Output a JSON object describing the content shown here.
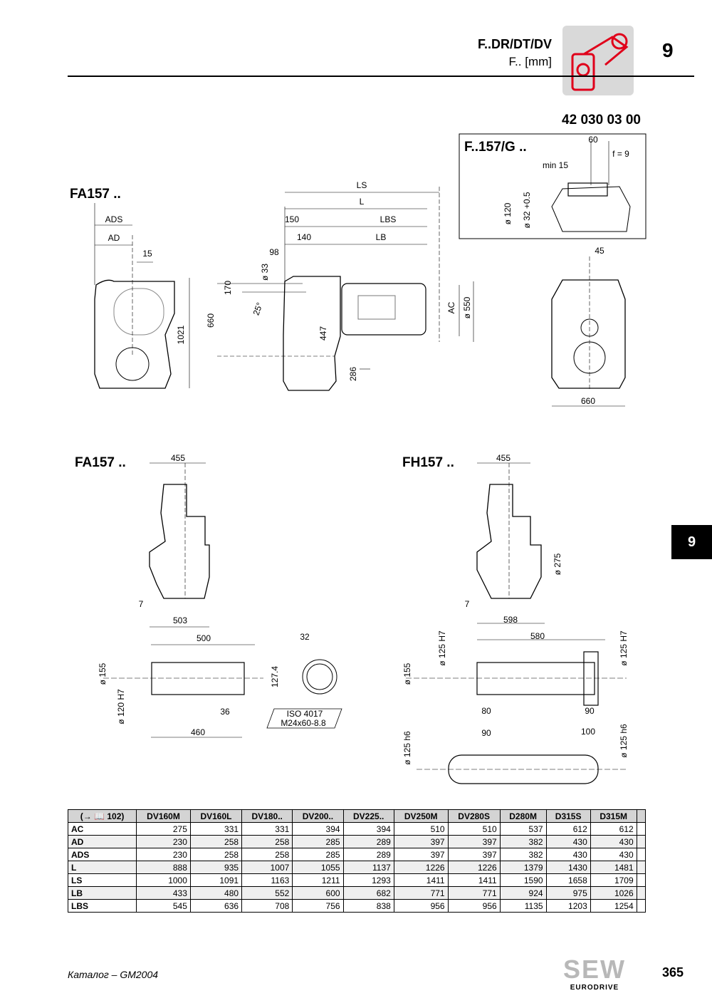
{
  "header": {
    "title": "F..DR/DT/DV",
    "subtitle": "F.. [mm]",
    "chapter": "9"
  },
  "document_number": "42 030 03 00",
  "side_tab": "9",
  "views": {
    "fa157_top": {
      "label": "FA157 ..",
      "dims": {
        "ads": "ADS",
        "ad": "AD",
        "d15": "15",
        "ls": "LS",
        "l": "L",
        "d150": "150",
        "lbs": "LBS",
        "d140": "140",
        "lb": "LB",
        "d98": "98",
        "d33": "ø 33",
        "d170": "170",
        "d25": "25°",
        "d660": "660",
        "d1021": "1021",
        "d447": "447",
        "d286": "286",
        "ac": "AC",
        "d550": "ø 550"
      }
    },
    "g_detail": {
      "label": "F..157/G ..",
      "dims": {
        "d60": "60",
        "f9": "f = 9",
        "min15": "min 15",
        "d120": "ø 120",
        "d32": "ø 32 +0.5"
      }
    },
    "end_view": {
      "dims": {
        "d45": "45",
        "d660": "660"
      }
    },
    "fa157_hollow": {
      "label": "FA157 ..",
      "dims": {
        "d455": "455",
        "d7": "7",
        "d503": "503",
        "d500": "500",
        "d32": "32",
        "d155": "ø 155",
        "d120": "ø 120 H7",
        "d127": "127.4",
        "d36": "36",
        "d460": "460",
        "iso1": "ISO 4017",
        "iso2": "M24x60-8.8"
      }
    },
    "fh157": {
      "label": "FH157 ..",
      "dims": {
        "d455": "455",
        "d275": "ø 275",
        "d7": "7",
        "d598": "598",
        "d580": "580",
        "d125h7a": "ø 125 H7",
        "d125h7b": "ø 125 H7",
        "d155": "ø 155",
        "d80": "80",
        "d90a": "90",
        "d90b": "90",
        "d100": "100",
        "d125h6a": "ø 125 h6",
        "d125h6b": "ø 125 h6"
      }
    }
  },
  "table": {
    "ref": "(→ 📖 102)",
    "columns": [
      "DV160M",
      "DV160L",
      "DV180..",
      "DV200..",
      "DV225..",
      "DV250M",
      "DV280S",
      "D280M",
      "D315S",
      "D315M",
      ""
    ],
    "rows": [
      {
        "label": "AC",
        "values": [
          "275",
          "331",
          "331",
          "394",
          "394",
          "510",
          "510",
          "537",
          "612",
          "612",
          ""
        ]
      },
      {
        "label": "AD",
        "values": [
          "230",
          "258",
          "258",
          "285",
          "289",
          "397",
          "397",
          "382",
          "430",
          "430",
          ""
        ]
      },
      {
        "label": "ADS",
        "values": [
          "230",
          "258",
          "258",
          "285",
          "289",
          "397",
          "397",
          "382",
          "430",
          "430",
          ""
        ]
      },
      {
        "label": "L",
        "values": [
          "888",
          "935",
          "1007",
          "1055",
          "1137",
          "1226",
          "1226",
          "1379",
          "1430",
          "1481",
          ""
        ]
      },
      {
        "label": "LS",
        "values": [
          "1000",
          "1091",
          "1163",
          "1211",
          "1293",
          "1411",
          "1411",
          "1590",
          "1658",
          "1709",
          ""
        ]
      },
      {
        "label": "LB",
        "values": [
          "433",
          "480",
          "552",
          "600",
          "682",
          "771",
          "771",
          "924",
          "975",
          "1026",
          ""
        ]
      },
      {
        "label": "LBS",
        "values": [
          "545",
          "636",
          "708",
          "756",
          "838",
          "956",
          "956",
          "1135",
          "1203",
          "1254",
          ""
        ]
      }
    ]
  },
  "footer": {
    "catalog": "Каталог – GM2004",
    "logo": "SEW",
    "logo_sub": "EURODRIVE",
    "page": "365"
  }
}
